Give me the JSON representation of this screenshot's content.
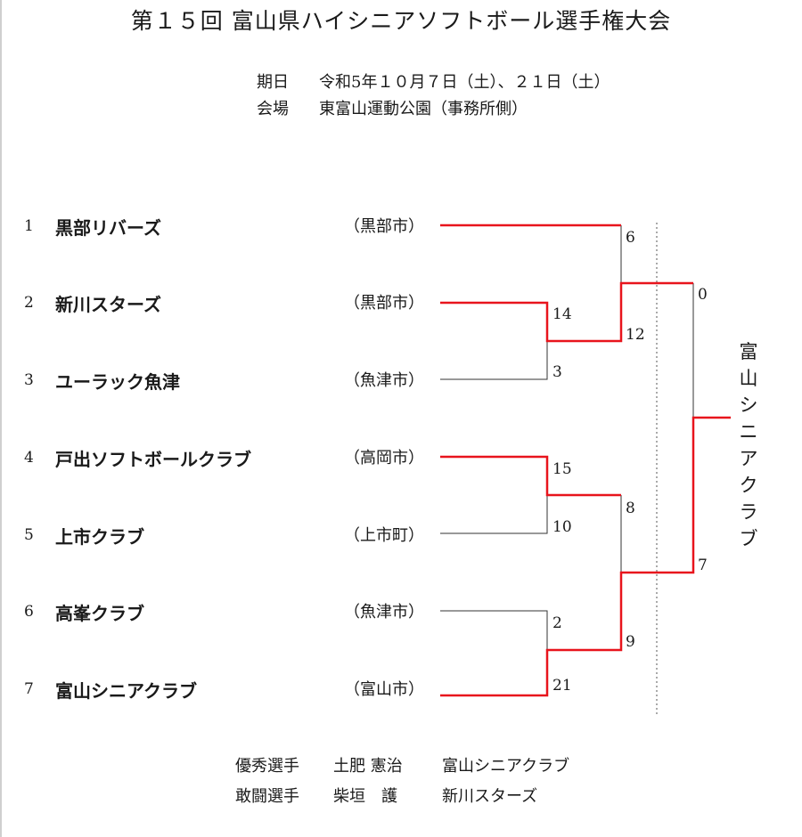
{
  "title": "第１５回 富山県ハイシニアソフトボール選手権大会",
  "meta": {
    "date_label": "期日",
    "date_value": "令和5年１０月７日（土）、２１日（土）",
    "venue_label": "会場",
    "venue_value": "東富山運動公園（事務所側）"
  },
  "teams": [
    {
      "seed": "1",
      "name": "黒部リバーズ",
      "city": "（黒部市）"
    },
    {
      "seed": "2",
      "name": "新川スターズ",
      "city": "（黒部市）"
    },
    {
      "seed": "3",
      "name": "ユーラック魚津",
      "city": "（魚津市）"
    },
    {
      "seed": "4",
      "name": "戸出ソフトボールクラブ",
      "city": "（高岡市）"
    },
    {
      "seed": "5",
      "name": "上市クラブ",
      "city": "（上市町）"
    },
    {
      "seed": "6",
      "name": "高峯クラブ",
      "city": "（魚津市）"
    },
    {
      "seed": "7",
      "name": "富山シニアクラブ",
      "city": "（富山市）"
    }
  ],
  "scores": {
    "r1_a_top": "14",
    "r1_a_bottom": "3",
    "r1_b_top": "15",
    "r1_b_bottom": "10",
    "r1_c_top": "2",
    "r1_c_bottom": "21",
    "r2_a_top": "6",
    "r2_a_bottom": "12",
    "r2_b_top": "8",
    "r2_b_bottom": "9",
    "final_top": "0",
    "final_bottom": "7"
  },
  "champion": [
    "富",
    "山",
    "シ",
    "ニ",
    "ア",
    "ク",
    "ラ",
    "ブ"
  ],
  "awards": [
    {
      "label": "優秀選手",
      "person": "土肥 憲治",
      "team": "富山シニアクラブ"
    },
    {
      "label": "敢闘選手",
      "person": "柴垣　護",
      "team": "新川スターズ"
    }
  ],
  "colors": {
    "winner_line": "#e8141c",
    "loser_line": "#333333",
    "divider": "#555555"
  }
}
